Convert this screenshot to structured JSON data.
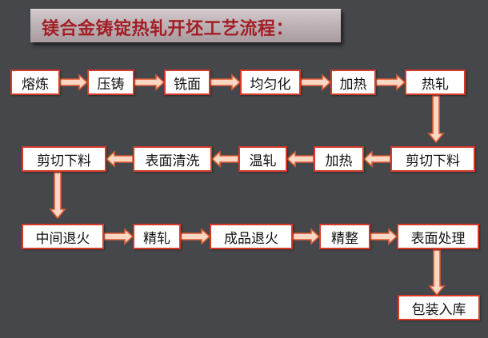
{
  "title": "镁合金铸锭热轧开坯工艺流程：",
  "colors": {
    "background": "#45474a",
    "box_border": "#d73a2a",
    "arrow": "#e15a34",
    "title_text": "#a21f25"
  },
  "row1": [
    "熔炼",
    "压铸",
    "铣面",
    "均匀化",
    "加热",
    "热轧"
  ],
  "row2": [
    "剪切下料",
    "表面清洗",
    "温轧",
    "加热",
    "剪切下料"
  ],
  "row3": [
    "中间退火",
    "精轧",
    "成品退火",
    "精整",
    "表面处理"
  ],
  "final": "包装入库"
}
